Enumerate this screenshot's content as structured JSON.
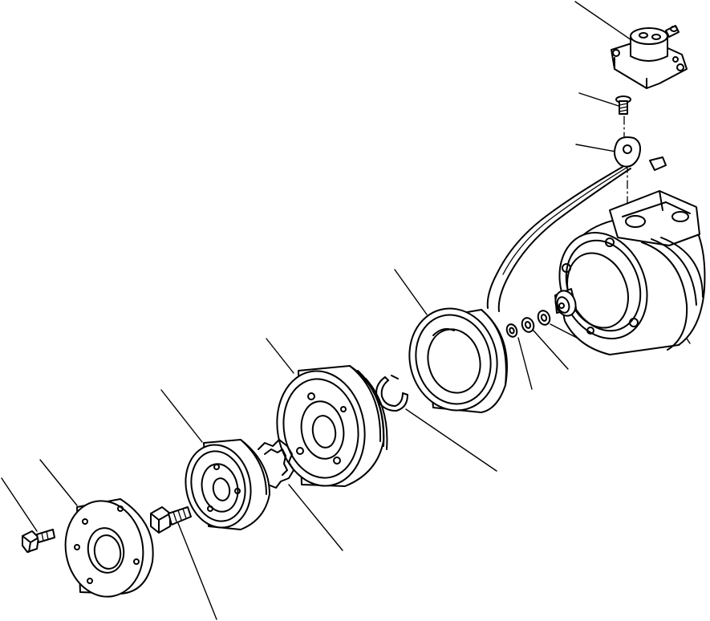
{
  "diagram": {
    "parts": [
      {
        "id": "plate-flange"
      },
      {
        "id": "bolt-small-top"
      },
      {
        "id": "hose-bracket"
      },
      {
        "id": "compressor-body"
      },
      {
        "id": "shim-washer-1"
      },
      {
        "id": "shim-washer-2"
      },
      {
        "id": "shim-washer-3"
      },
      {
        "id": "field-coil"
      },
      {
        "id": "snap-ring-c"
      },
      {
        "id": "pulley-rotor"
      },
      {
        "id": "snap-ring-star"
      },
      {
        "id": "armature-hub"
      },
      {
        "id": "hub-bolt"
      },
      {
        "id": "dust-cover-plate"
      },
      {
        "id": "cover-bolt"
      }
    ]
  }
}
